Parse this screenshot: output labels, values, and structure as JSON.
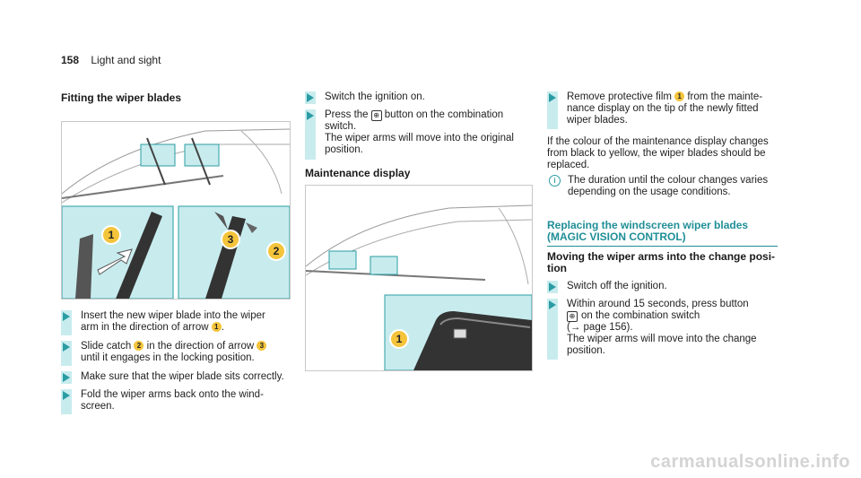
{
  "page": {
    "number": "158",
    "section": "Light and sight"
  },
  "col1": {
    "heading": "Fitting the wiper blades",
    "steps": [
      [
        "Insert the new wiper blade into the wiper",
        "arm in the direction of arrow ",
        "1",
        "."
      ],
      [
        "Slide catch ",
        "2",
        " in the direction of arrow ",
        "3",
        "",
        "until it engages in the locking position."
      ],
      [
        "Make sure that the wiper blade sits correctly."
      ],
      [
        "Fold the wiper arms back onto the wind-",
        "screen."
      ]
    ],
    "figure_badges": [
      "1",
      "3",
      "2"
    ]
  },
  "col2": {
    "steps": [
      [
        "Switch the ignition on."
      ],
      [
        "Press the ",
        "button on the combination",
        "switch.",
        "The wiper arms will move into the original",
        "position."
      ]
    ],
    "heading": "Maintenance display",
    "figure_badges": [
      "1"
    ]
  },
  "col3": {
    "steps": [
      [
        "Remove protective film ",
        "1",
        " from the mainte-",
        "nance display on the tip of the newly fitted",
        "wiper blades."
      ]
    ],
    "para": [
      "If the colour of the maintenance display changes",
      "from black to yellow, the wiper blades should be",
      "replaced."
    ],
    "note": [
      "The duration until the colour changes varies",
      "depending on the usage conditions."
    ],
    "section_title": [
      "Replacing the windscreen wiper blades",
      "(MAGIC VISION CONTROL)"
    ],
    "subheading": [
      "Moving the wiper arms into the change posi-",
      "tion"
    ],
    "steps2": [
      [
        "Switch off the ignition."
      ],
      [
        "Within around 15 seconds, press button",
        "on the combination switch",
        "(→ page 156).",
        "The wiper arms will move into the change",
        "position."
      ]
    ]
  },
  "watermark": "carmanualsonline.info",
  "colors": {
    "accent": "#1f8e96",
    "highlight": "#c8ecee",
    "badge": "#f4c43b"
  }
}
